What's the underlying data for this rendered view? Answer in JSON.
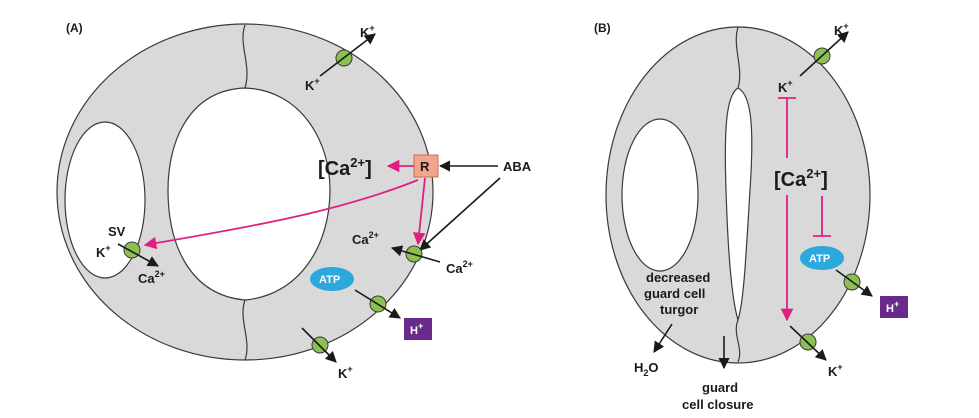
{
  "colors": {
    "cell_fill": "#d9d9d9",
    "cell_stroke": "#3a3a3a",
    "channel": "#8cc152",
    "arrow_black": "#1a1a1a",
    "arrow_magenta": "#e0207f",
    "receptor": "#f4a38c",
    "atp": "#2ba8dc",
    "proton_box": "#6a2a8a"
  },
  "panel_a": {
    "label": "(A)",
    "k_top": "K",
    "k_top_sup": "+",
    "k_top_inner": "K",
    "k_top_inner_sup": "+",
    "calcium": "[Ca",
    "calcium_sup": "2+",
    "calcium_close": "]",
    "receptor": "R",
    "aba": "ABA",
    "sv": "SV",
    "sv_k": "K",
    "sv_k_sup": "+",
    "sv_ca": "Ca",
    "sv_ca_sup": "2+",
    "ca_in": "Ca",
    "ca_in_sup": "2+",
    "ca_out": "Ca",
    "ca_out_sup": "2+",
    "atp": "ATP",
    "proton": "H",
    "proton_sup": "+",
    "k_bottom": "K",
    "k_bottom_sup": "+"
  },
  "panel_b": {
    "label": "(B)",
    "k_top": "K",
    "k_top_sup": "+",
    "k_top_inner": "K",
    "k_top_inner_sup": "+",
    "calcium": "[Ca",
    "calcium_sup": "2+",
    "calcium_close": "]",
    "atp": "ATP",
    "proton": "H",
    "proton_sup": "+",
    "k_bottom": "K",
    "k_bottom_sup": "+",
    "turgor_1": "decreased",
    "turgor_2": "guard cell",
    "turgor_3": "turgor",
    "water": "H",
    "water_sub": "2",
    "water_o": "O",
    "closure_1": "guard",
    "closure_2": "cell closure"
  }
}
